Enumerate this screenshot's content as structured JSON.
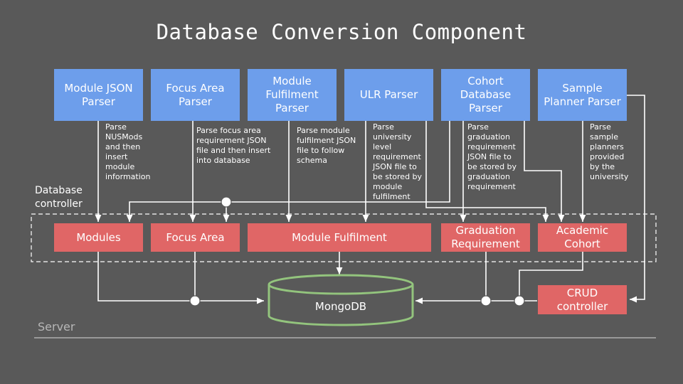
{
  "title": "Database Conversion Component",
  "parsers": [
    {
      "label": "Module JSON\nParser",
      "note": "Parse\nNUSMods\nand then\ninsert\nmodule\ninformation"
    },
    {
      "label": "Focus Area\nParser",
      "note": "Parse focus area\nrequirement JSON\nfile and then insert\ninto database"
    },
    {
      "label": "Module\nFulfilment\nParser",
      "note": "Parse module\nfulfilment JSON\nfile to follow\nschema"
    },
    {
      "label": "ULR Parser",
      "note": "Parse\nuniversity\nlevel\nrequirement\nJSON file to\nbe stored by\nmodule\nfulfilment"
    },
    {
      "label": "Cohort\nDatabase\nParser",
      "note": "Parse\ngraduation\nrequirement\nJSON file to\nbe stored by\ngraduation\nrequirement"
    },
    {
      "label": "Sample\nPlanner Parser",
      "note": "Parse\nsample\nplanners\nprovided\nby the\nuniversity"
    }
  ],
  "db_controller_label": "Database\ncontroller",
  "tables": [
    "Modules",
    "Focus Area",
    "Module Fulfilment",
    "Graduation\nRequirement",
    "Academic\nCohort"
  ],
  "mongodb_label": "MongoDB",
  "crud_label": "CRUD\ncontroller",
  "server_label": "Server",
  "colors": {
    "background": "#595959",
    "parser": "#6d9eeb",
    "table": "#e06666",
    "database_outline": "#93c47d",
    "line": "#ffffff"
  }
}
